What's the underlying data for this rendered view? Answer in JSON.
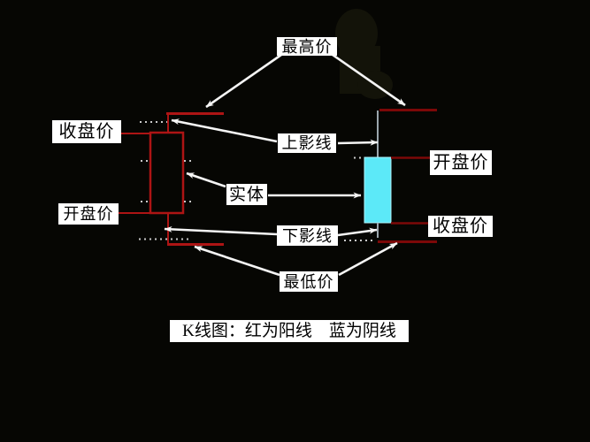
{
  "title": {
    "text": "K线图：红为阳线　蓝为阴线"
  },
  "labels": {
    "highest": "最高价",
    "upper_shadow": "上影线",
    "close_left": "收盘价",
    "open_left": "开盘价",
    "body": "实体",
    "lower_shadow": "下影线",
    "open_right": "开盘价",
    "close_right": "收盘价",
    "lowest": "最低价"
  },
  "candles": {
    "yang": {
      "meaning": "红为阳线",
      "style": "hollow",
      "color": "#ad1414"
    },
    "yin": {
      "meaning": "蓝为阴线",
      "style": "filled",
      "color": "#5ce9f8"
    }
  },
  "colors": {
    "bg": "#060603",
    "label_bg": "#ffffff",
    "label_text": "#000000",
    "red_left": "#ad1414",
    "red_dark": "#7c0808",
    "cyan": "#5ce9f8",
    "cyan_edge": "#aef4fb",
    "shadow_gray": "#9ba6ad",
    "arrow_white": "#f5f5f5",
    "dots": "#c9c9c9",
    "ghost": "#131309"
  }
}
